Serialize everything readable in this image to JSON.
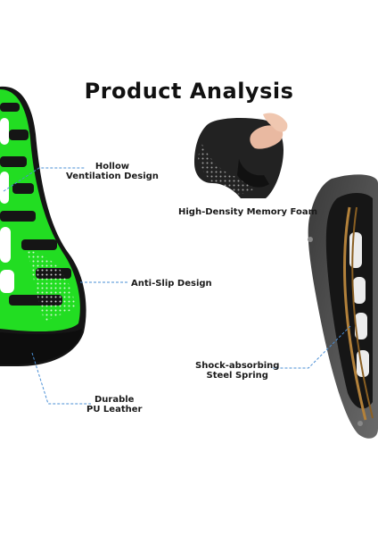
{
  "title": "Product Analysis",
  "features": {
    "hollow": [
      "Hollow",
      "Ventilation Design"
    ],
    "foam": "High-Density Memory Foam",
    "antislip": "Anti-Slip Design",
    "spring": [
      "Shock-absorbing",
      "Steel Spring"
    ],
    "leather": [
      "Durable",
      "PU Leather"
    ]
  },
  "colors": {
    "accent_green": "#22dd22",
    "saddle_black": "#151515",
    "callout_line": "#4a8fd6"
  }
}
